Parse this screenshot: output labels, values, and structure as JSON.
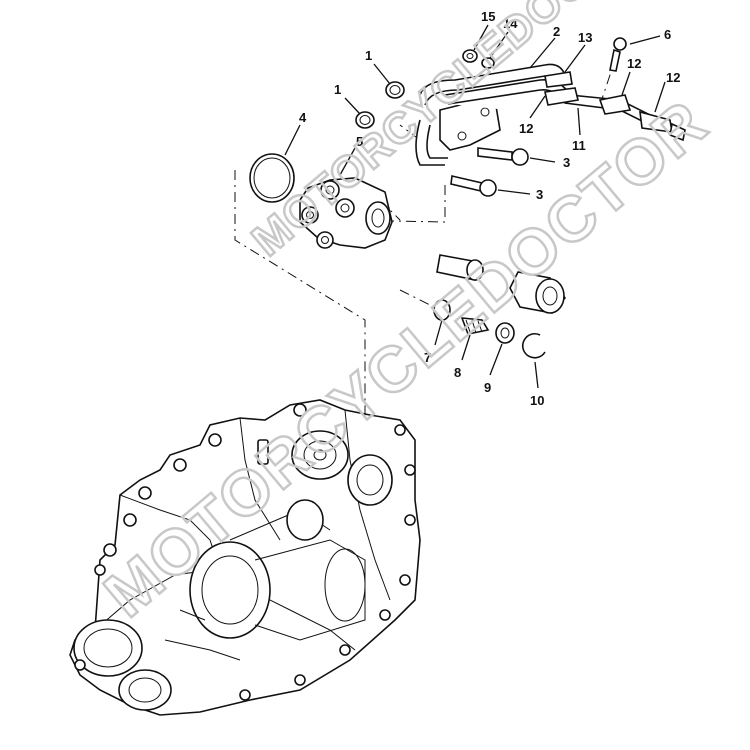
{
  "callouts": {
    "c15": "15",
    "c14": "14",
    "c2": "2",
    "c13": "13",
    "c6": "6",
    "c12a": "12",
    "c12b": "12",
    "c12c": "12",
    "c1a": "1",
    "c1b": "1",
    "c11": "11",
    "c4": "4",
    "c5": "5",
    "c3a": "3",
    "c3b": "3",
    "c7": "7",
    "c8": "8",
    "c9": "9",
    "c10": "10"
  },
  "watermark": {
    "main": "MOTORCYCLEDOCTOR",
    "secondary": "MOTORCYCLEDOCTOR"
  }
}
